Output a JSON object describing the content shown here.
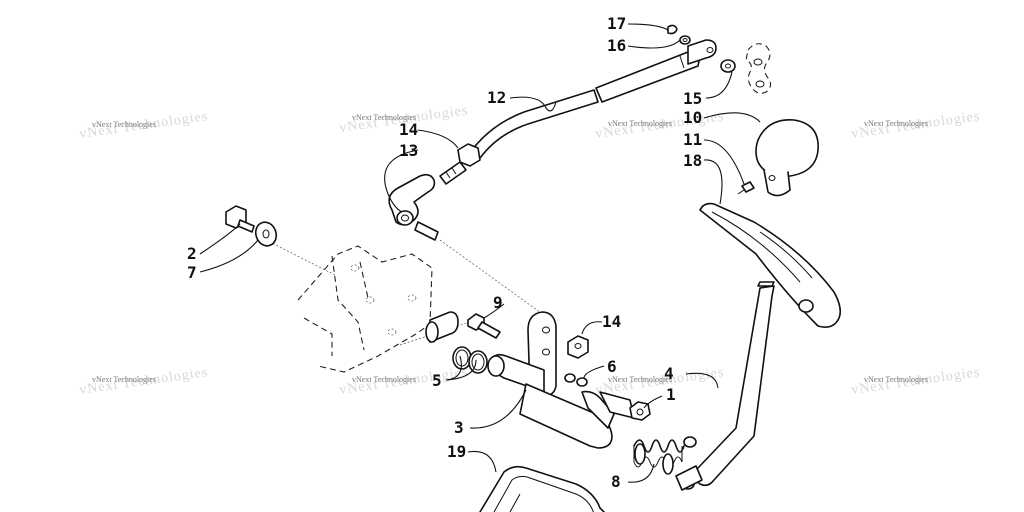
{
  "diagram": {
    "watermark": "vNext Technologies",
    "callouts": [
      {
        "id": "c17",
        "label": "17"
      },
      {
        "id": "c16",
        "label": "16"
      },
      {
        "id": "c12",
        "label": "12"
      },
      {
        "id": "c15",
        "label": "15"
      },
      {
        "id": "c10",
        "label": "10"
      },
      {
        "id": "c14a",
        "label": "14"
      },
      {
        "id": "c13",
        "label": "13"
      },
      {
        "id": "c11",
        "label": "11"
      },
      {
        "id": "c18",
        "label": "18"
      },
      {
        "id": "c2",
        "label": "2"
      },
      {
        "id": "c7",
        "label": "7"
      },
      {
        "id": "c9",
        "label": "9"
      },
      {
        "id": "c14b",
        "label": "14"
      },
      {
        "id": "c6",
        "label": "6"
      },
      {
        "id": "c4",
        "label": "4"
      },
      {
        "id": "c5",
        "label": "5"
      },
      {
        "id": "c1",
        "label": "1"
      },
      {
        "id": "c3",
        "label": "3"
      },
      {
        "id": "c19",
        "label": "19"
      },
      {
        "id": "c8",
        "label": "8"
      }
    ]
  }
}
